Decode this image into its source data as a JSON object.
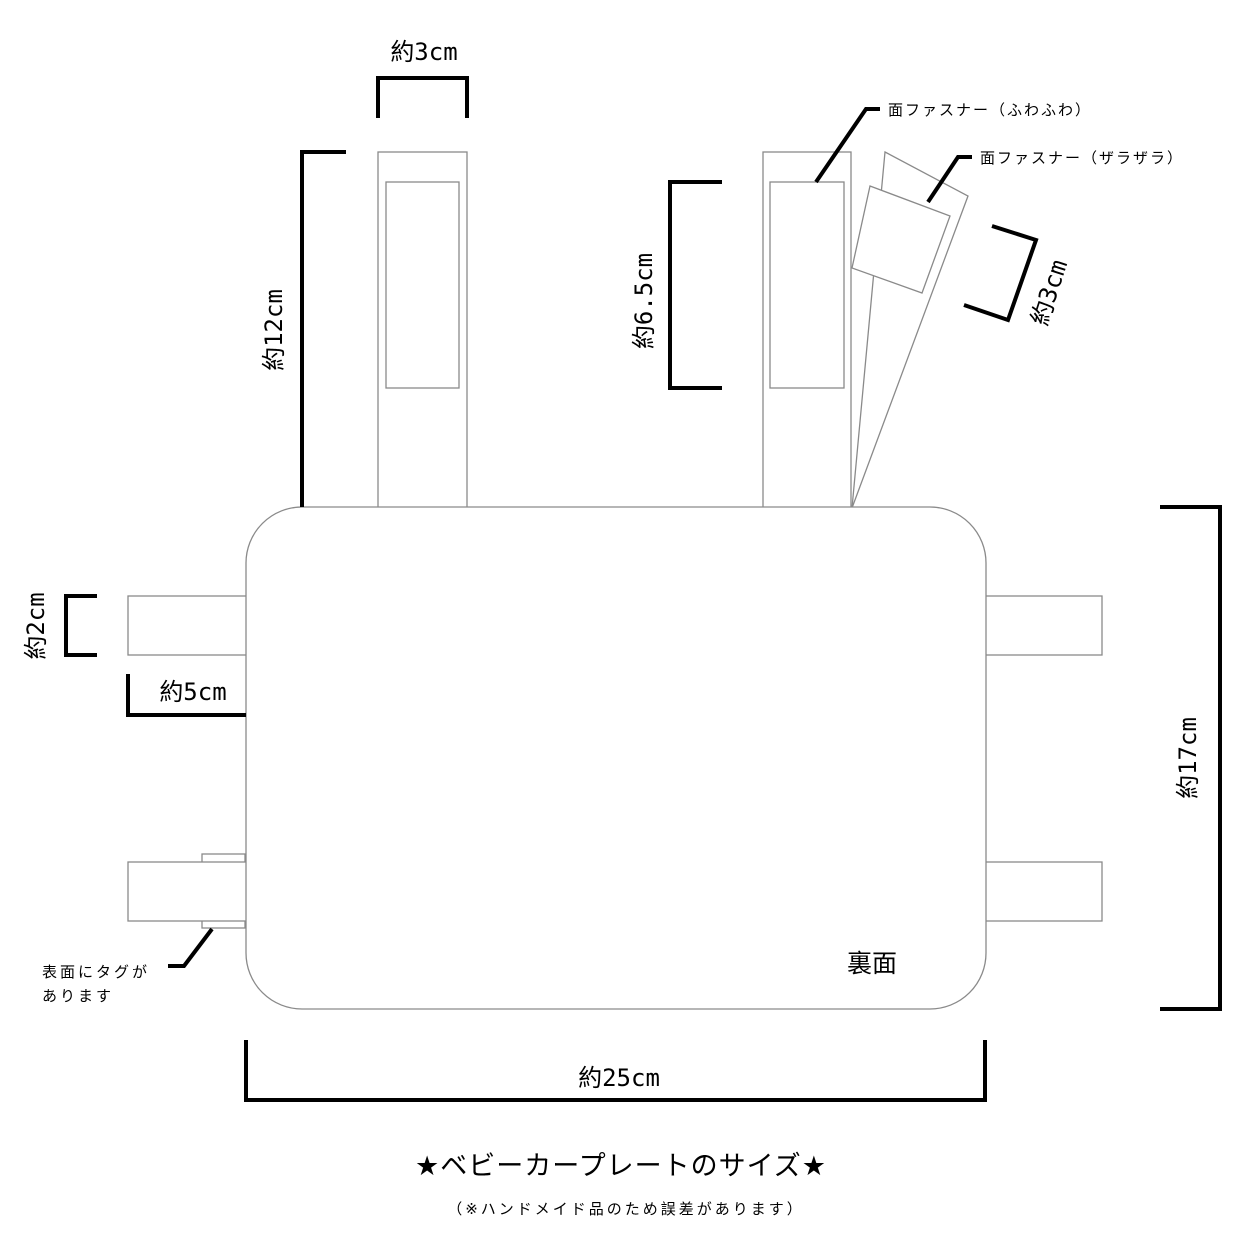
{
  "dimensions": {
    "tab_width": "約3cm",
    "strap_length": "約12cm",
    "velcro_length": "約6.5cm",
    "velcro_width": "約3cm",
    "side_strap_height": "約2cm",
    "side_strap_length": "約5cm",
    "plate_height": "約17cm",
    "plate_width": "約25cm"
  },
  "labels": {
    "velcro_soft": "面ファスナー（ふわふわ）",
    "velcro_rough": "面ファスナー（ザラザラ）",
    "back_side": "裏面",
    "tag_note_line1": "表面にタグが",
    "tag_note_line2": "あります"
  },
  "footer": {
    "title": "★ベビーカープレートのサイズ★",
    "note": "（※ハンドメイド品のため誤差があります）"
  }
}
